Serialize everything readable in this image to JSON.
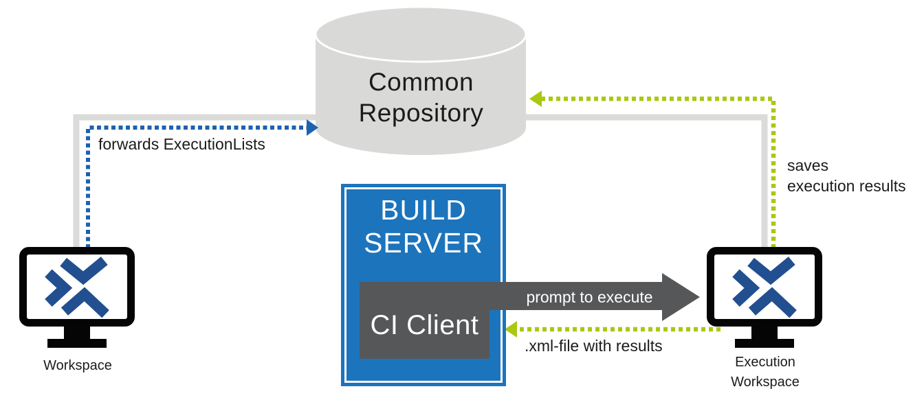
{
  "colors": {
    "repository_gray": "#D9D9D7",
    "connector_gray": "#DBDBD9",
    "blue_arrow": "#1E62AE",
    "green_arrow": "#AAC813",
    "build_server_blue": "#1C74BC",
    "ci_client_gray": "#565759",
    "logo_blue": "#224F8F",
    "monitor_black": "#050505",
    "text_dark": "#1B1B1B"
  },
  "repository": {
    "line1": "Common",
    "line2": "Repository"
  },
  "build_server": {
    "line1": "BUILD",
    "line2": "SERVER",
    "ci_client": "CI Client"
  },
  "workspaces": {
    "left_label": "Workspace",
    "right_label_line1": "Execution",
    "right_label_line2": "Workspace"
  },
  "flows": {
    "forwards": "forwards ExecutionLists",
    "saves_line1": "saves",
    "saves_line2": "execution results",
    "prompt": "prompt to execute",
    "xml_results": ".xml-file with results"
  }
}
